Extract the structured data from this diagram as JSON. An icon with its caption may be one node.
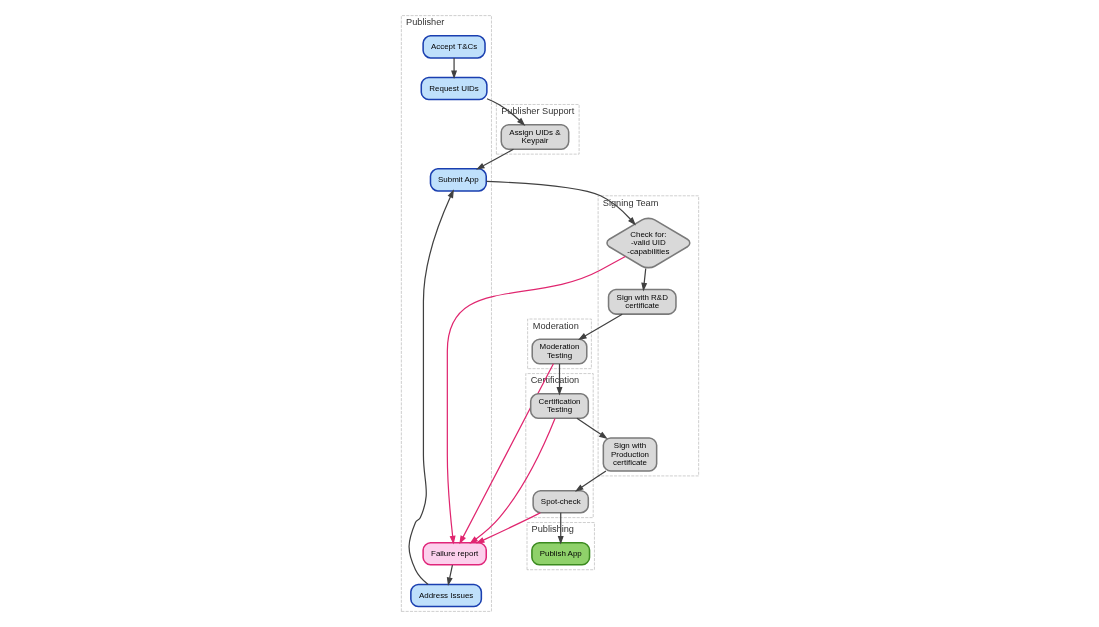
{
  "diagram": {
    "nodes": [
      {
        "text": [
          "Publisher"
        ]
      },
      {
        "text": [
          "Accept T&Cs"
        ],
        "in": 0
      },
      {
        "text": [
          "Request UIDs"
        ],
        "in": 0
      },
      {
        "text": [
          "Submit App"
        ],
        "in": 0
      },
      {
        "text": [
          "Address Issues"
        ],
        "in": 0
      },
      {
        "text": [
          "Failure report"
        ],
        "in": 0
      },
      {
        "text": [
          "Publisher Support"
        ]
      },
      {
        "text": [
          "Assign UIDs & Keypair"
        ],
        "in": 6
      },
      {
        "text": [
          "Signing Team"
        ]
      },
      {
        "text": [
          "Check for: -valid UID -capabilities"
        ],
        "in": 8
      },
      {
        "text": [
          "Sign with R&D certificate"
        ],
        "in": 8
      },
      {
        "text": [
          "Sign with Production certificate"
        ],
        "in": 8
      },
      {
        "text": [
          "Moderation"
        ]
      },
      {
        "text": [
          "Moderation Testing"
        ],
        "in": 12
      },
      {
        "text": [
          "Certification"
        ]
      },
      {
        "text": [
          "Certification Testing"
        ],
        "in": 14
      },
      {
        "text": [
          "Spot-check"
        ],
        "in": 14
      },
      {
        "text": [
          "Publishing"
        ]
      },
      {
        "text": [
          "Publish App"
        ],
        "in": 17
      }
    ],
    "edges": [
      {
        "from": 1,
        "to": 2,
        "arrow": "to"
      },
      {
        "from": 2,
        "to": 7,
        "arrow": "to"
      },
      {
        "from": 7,
        "to": 3,
        "arrow": "to"
      },
      {
        "from": 4,
        "to": 3,
        "arrow": "to"
      },
      {
        "from": 5,
        "to": 4,
        "arrow": "to"
      },
      {
        "from": 3,
        "to": 9,
        "arrow": "to"
      },
      {
        "from": 9,
        "to": 10,
        "arrow": "to"
      },
      {
        "from": 9,
        "to": 5,
        "arrow": "to",
        "color": "#e0266f"
      },
      {
        "from": 10,
        "to": 13,
        "arrow": "to"
      },
      {
        "from": 13,
        "to": 5,
        "arrow": "to",
        "color": "#e0266f"
      },
      {
        "from": 13,
        "to": 15,
        "arrow": "to"
      },
      {
        "from": 15,
        "to": 5,
        "arrow": "to",
        "color": "#e0266f"
      },
      {
        "from": 15,
        "to": 11,
        "arrow": "to"
      },
      {
        "from": 11,
        "to": 16,
        "arrow": "to"
      },
      {
        "from": 16,
        "to": 5,
        "arrow": "to",
        "color": "#e0266f"
      },
      {
        "from": 16,
        "to": 18,
        "arrow": "to"
      }
    ]
  }
}
